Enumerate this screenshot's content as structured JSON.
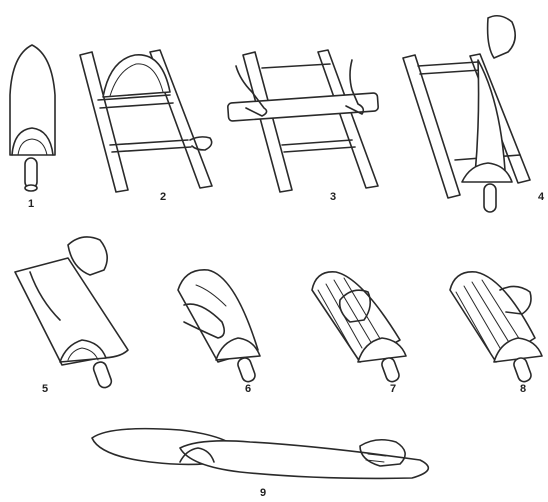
{
  "steps": [
    {
      "id": "1",
      "label": "1"
    },
    {
      "id": "2",
      "label": "2"
    },
    {
      "id": "3",
      "label": "3"
    },
    {
      "id": "4",
      "label": "4"
    },
    {
      "id": "5",
      "label": "5"
    },
    {
      "id": "6",
      "label": "6"
    },
    {
      "id": "7",
      "label": "7"
    },
    {
      "id": "8",
      "label": "8"
    },
    {
      "id": "9",
      "label": "9"
    }
  ],
  "colors": {
    "ink": "#2a2a2a",
    "background": "#ffffff"
  }
}
